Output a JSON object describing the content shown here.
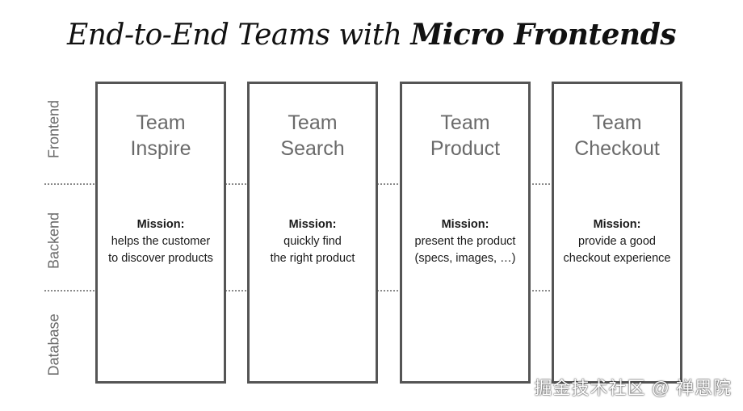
{
  "title": {
    "normal": "End-to-End Teams with ",
    "bold": "Micro Frontends"
  },
  "layers": {
    "frontend": "Frontend",
    "backend": "Backend",
    "database": "Database"
  },
  "teams": [
    {
      "name_line1": "Team",
      "name_line2": "Inspire",
      "mission_head": "Mission:",
      "mission_line1": "helps the customer",
      "mission_line2": "to discover products"
    },
    {
      "name_line1": "Team",
      "name_line2": "Search",
      "mission_head": "Mission:",
      "mission_line1": "quickly find",
      "mission_line2": "the right product"
    },
    {
      "name_line1": "Team",
      "name_line2": "Product",
      "mission_head": "Mission:",
      "mission_line1": "present the product",
      "mission_line2": "(specs, images, …)"
    },
    {
      "name_line1": "Team",
      "name_line2": "Checkout",
      "mission_head": "Mission:",
      "mission_line1": "provide a good",
      "mission_line2": "checkout experience"
    }
  ],
  "watermark": "掘金技术社区 @ 禅思院"
}
